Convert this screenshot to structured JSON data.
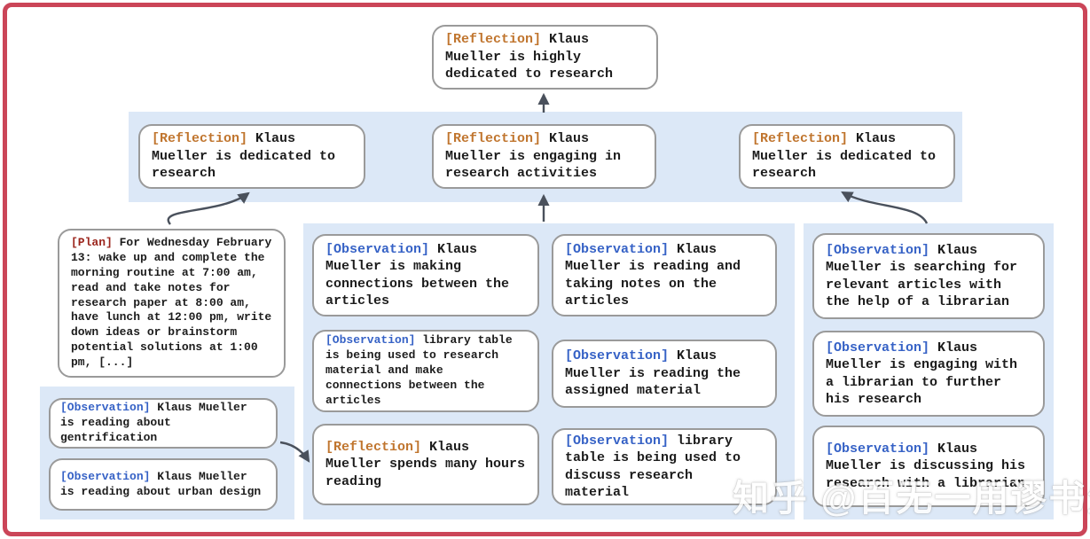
{
  "palette": {
    "frame": "#cb4558",
    "band": "#dce8f7",
    "node-border": "#9a9a9a",
    "node-bg": "#ffffff",
    "text": "#1c1c1c",
    "reflection": "#c0752e",
    "observation": "#3662c6",
    "plan": "#9b251c",
    "arrow": "#4a515c",
    "watermark": "#ffffff"
  },
  "nodes": {
    "root": {
      "tag": "[Reflection]",
      "text": "Klaus Mueller is highly dedicated to research"
    },
    "row2_left": {
      "tag": "[Reflection]",
      "text": "Klaus Mueller is dedicated to research"
    },
    "row2_mid": {
      "tag": "[Reflection]",
      "text": "Klaus Mueller is engaging in research activities"
    },
    "row2_right": {
      "tag": "[Reflection]",
      "text": "Klaus Mueller is dedicated to research"
    },
    "plan": {
      "tag": "[Plan]",
      "text": "For Wednesday February 13: wake up and complete the morning routine at 7:00 am, read and take notes for research paper at 8:00 am, have lunch at 12:00 pm, write down ideas or brainstorm potential solutions at 1:00 pm, [...]"
    },
    "obs_gentrification": {
      "tag": "[Observation]",
      "text": "Klaus Mueller is reading about gentrification"
    },
    "obs_urban_design": {
      "tag": "[Observation]",
      "text": "Klaus Mueller is reading about urban design"
    },
    "obs_connections": {
      "tag": "[Observation]",
      "text": "Klaus Mueller is making connections between the articles"
    },
    "obs_library_research": {
      "tag": "[Observation]",
      "text": "library table is being used to research material and make connections between the articles"
    },
    "refl_hours_reading": {
      "tag": "[Reflection]",
      "text": "Klaus Mueller spends many hours reading"
    },
    "obs_taking_notes": {
      "tag": "[Observation]",
      "text": "Klaus Mueller is reading and taking notes on the articles"
    },
    "obs_assigned_material": {
      "tag": "[Observation]",
      "text": "Klaus Mueller is reading the assigned material"
    },
    "obs_library_discuss": {
      "tag": "[Observation]",
      "text": "library table is being used to discuss research material"
    },
    "obs_searching_articles": {
      "tag": "[Observation]",
      "text": "Klaus Mueller is searching for relevant articles with the help of a librarian"
    },
    "obs_engaging_librarian": {
      "tag": "[Observation]",
      "text": "Klaus Mueller is engaging with a librarian to further his research"
    },
    "obs_discussing_librarian": {
      "tag": "[Observation]",
      "text": "Klaus Mueller is discussing his research with a librarian"
    }
  },
  "watermark": "知乎 @百无一用谬书生"
}
